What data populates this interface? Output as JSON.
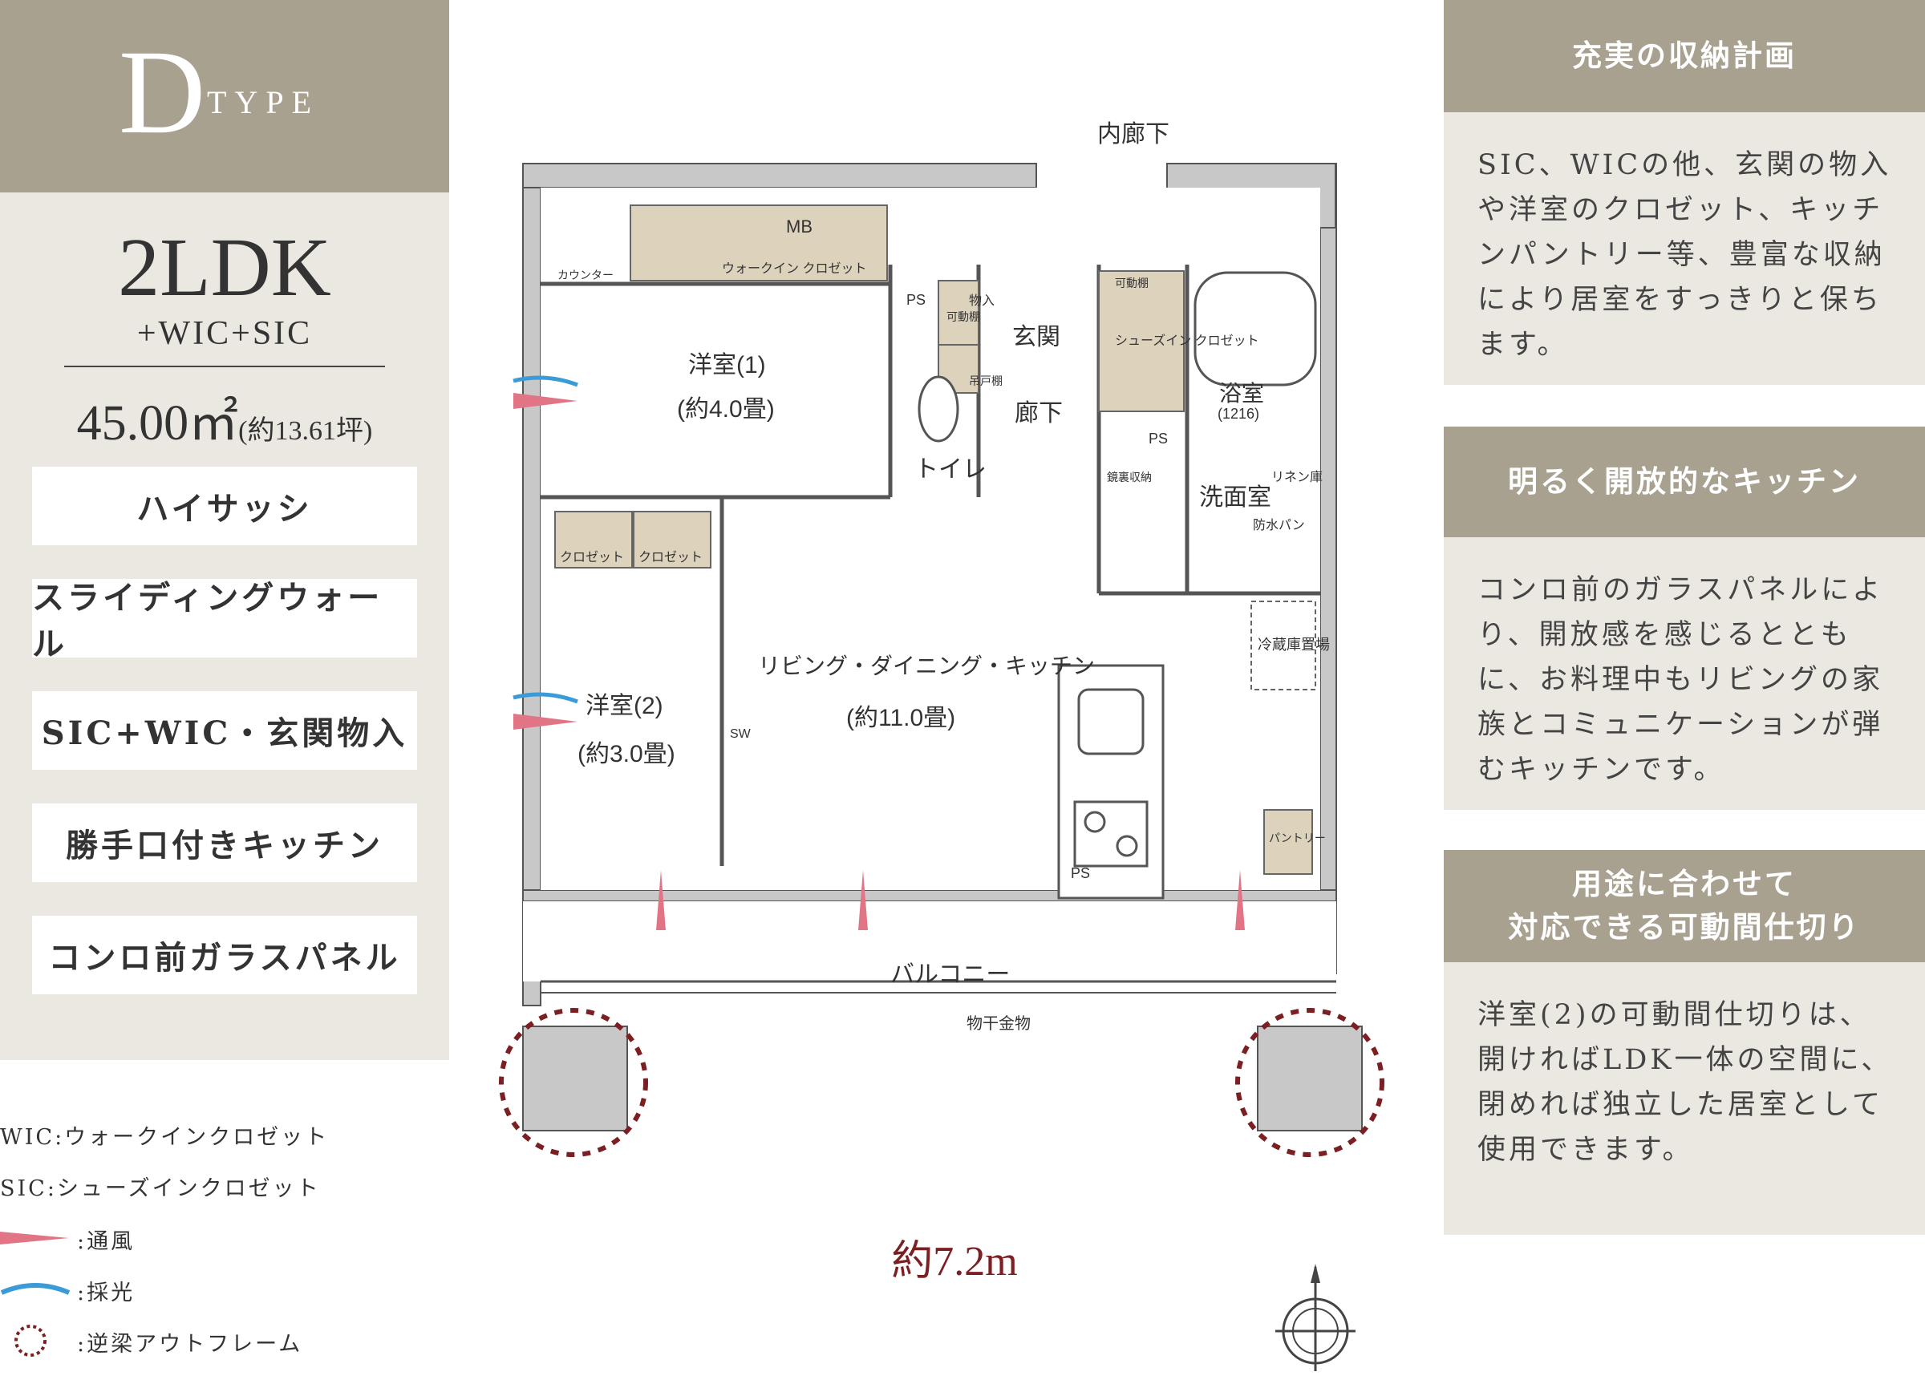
{
  "type_header": {
    "letter": "D",
    "word": "TYPE"
  },
  "plan": {
    "type": "2LDK",
    "extras": "+WIC+SIC",
    "area": "45.00㎡",
    "area_tsubo": "(約13.61坪)"
  },
  "features": [
    "ハイサッシ",
    "スライディングウォール",
    "SIC+WIC・玄関物入",
    "勝手口付きキッチン",
    "コンロ前ガラスパネル"
  ],
  "legend": {
    "wic": "WIC:ウォークインクロゼット",
    "sic": "SIC:シューズインクロゼット",
    "ventilation": ":通風",
    "daylight": ":採光",
    "outframe": ":逆梁アウトフレーム"
  },
  "colors": {
    "header": "#a8a190",
    "panel": "#ebe8e2",
    "accent": "#7c1f22",
    "wall": "#c8c8c8",
    "storage": "#ddd3bd"
  },
  "rooms": {
    "inner_corridor": "内廊下",
    "mb": "MB",
    "wic": "ウォークイン\nクロゼット",
    "counter": "カウンター",
    "ps": "PS",
    "movable_shelf_storage": "可動棚",
    "storage": "物入",
    "sic": "シューズイン\nクロゼット",
    "movable_shelf": "可動棚",
    "entrance": "玄関",
    "bath": "浴室",
    "bath_size": "(1216)",
    "hanging_shelf": "吊戸棚",
    "corridor": "廊下",
    "western1": "洋室(1)",
    "western1_size": "(約4.0畳)",
    "toilet": "トイレ",
    "mirror_storage": "鏡裏収納",
    "linen": "リネン庫",
    "washroom": "洗面室",
    "waterproof_pan": "防水パン",
    "closet": "クロゼット",
    "fridge": "冷蔵庫置場",
    "ldk": "リビング・ダイニング・キッチン",
    "ldk_size": "(約11.0畳)",
    "western2": "洋室(2)",
    "western2_size": "(約3.0畳)",
    "sw": "SW",
    "pantry": "パントリー",
    "balcony": "バルコニー",
    "laundry": "物干金物"
  },
  "dimension": "約7.2m",
  "info": [
    {
      "title": "充実の収納計画",
      "text": "SIC、WICの他、玄関の物入や洋室のクロゼット、キッチンパントリー等、豊富な収納により居室をすっきりと保ちます。"
    },
    {
      "title": "明るく開放的なキッチン",
      "text": "コンロ前のガラスパネルにより、開放感を感じるとともに、お料理中もリビングの家族とコミュニケーションが弾むキッチンです。"
    },
    {
      "title": "用途に合わせて\n対応できる可動間仕切り",
      "text": "洋室(2)の可動間仕切りは、開ければLDK一体の空間に、閉めれば独立した居室として使用できます。"
    }
  ]
}
